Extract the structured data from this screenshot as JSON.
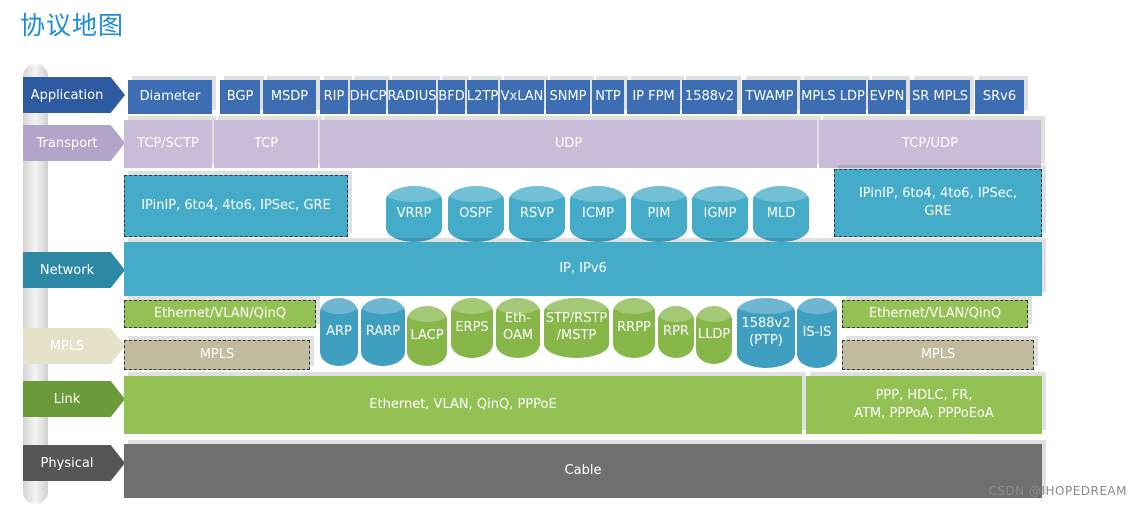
{
  "title": "协议地图",
  "layers": {
    "application": "Application",
    "transport": "Transport",
    "network": "Network",
    "mpls": "MPLS",
    "link": "Link",
    "physical": "Physical"
  },
  "application": [
    "Diameter",
    "BGP",
    "MSDP",
    "RIP",
    "DHCP",
    "RADIUS",
    "BFD",
    "L2TP",
    "VxLAN",
    "SNMP",
    "NTP",
    "IP FPM",
    "1588v2",
    "TWAMP",
    "MPLS LDP",
    "EVPN",
    "SR MPLS",
    "SRv6"
  ],
  "transport": [
    "TCP/SCTP",
    "TCP",
    "UDP",
    "TCP/UDP"
  ],
  "tunnels": {
    "left": "IPinIP,  6to4,  4to6,  IPSec,  GRE",
    "right_line1": "IPinIP,  6to4,  4to6,  IPSec,",
    "right_line2": "GRE"
  },
  "network_protocols": [
    "VRRP",
    "OSPF",
    "RSVP",
    "ICMP",
    "PIM",
    "IGMP",
    "MLD"
  ],
  "network_bar": "IP,    IPv6",
  "l2": {
    "left_top": "Ethernet/VLAN/QinQ",
    "left_bottom": "MPLS",
    "right_top": "Ethernet/VLAN/QinQ",
    "right_bottom": "MPLS",
    "protocols": [
      {
        "line1": "ARP",
        "line2": ""
      },
      {
        "line1": "RARP",
        "line2": ""
      },
      {
        "line1": "LACP",
        "line2": ""
      },
      {
        "line1": "ERPS",
        "line2": ""
      },
      {
        "line1": "Eth-",
        "line2": "OAM"
      },
      {
        "line1": "STP/RSTP",
        "line2": "/MSTP"
      },
      {
        "line1": "RRPP",
        "line2": ""
      },
      {
        "line1": "RPR",
        "line2": ""
      },
      {
        "line1": "LLDP",
        "line2": ""
      },
      {
        "line1": "1588v2",
        "line2": "(PTP)"
      },
      {
        "line1": "IS-IS",
        "line2": ""
      }
    ]
  },
  "link": {
    "left": "Ethernet,  VLAN,  QinQ,  PPPoE",
    "right_line1": "PPP,  HDLC,  FR,",
    "right_line2": "ATM,  PPPoA,  PPPoEoA"
  },
  "physical": "Cable",
  "watermark": "CSDN @IHOPEDREAM",
  "colors": {
    "title": "#1b8fd6",
    "application": "#3d6eb4",
    "transport": "#c9bcd8",
    "network": "#44abc8",
    "link": "#93c154",
    "mpls": "#c2bb9e",
    "physical": "#6f6f6f"
  }
}
